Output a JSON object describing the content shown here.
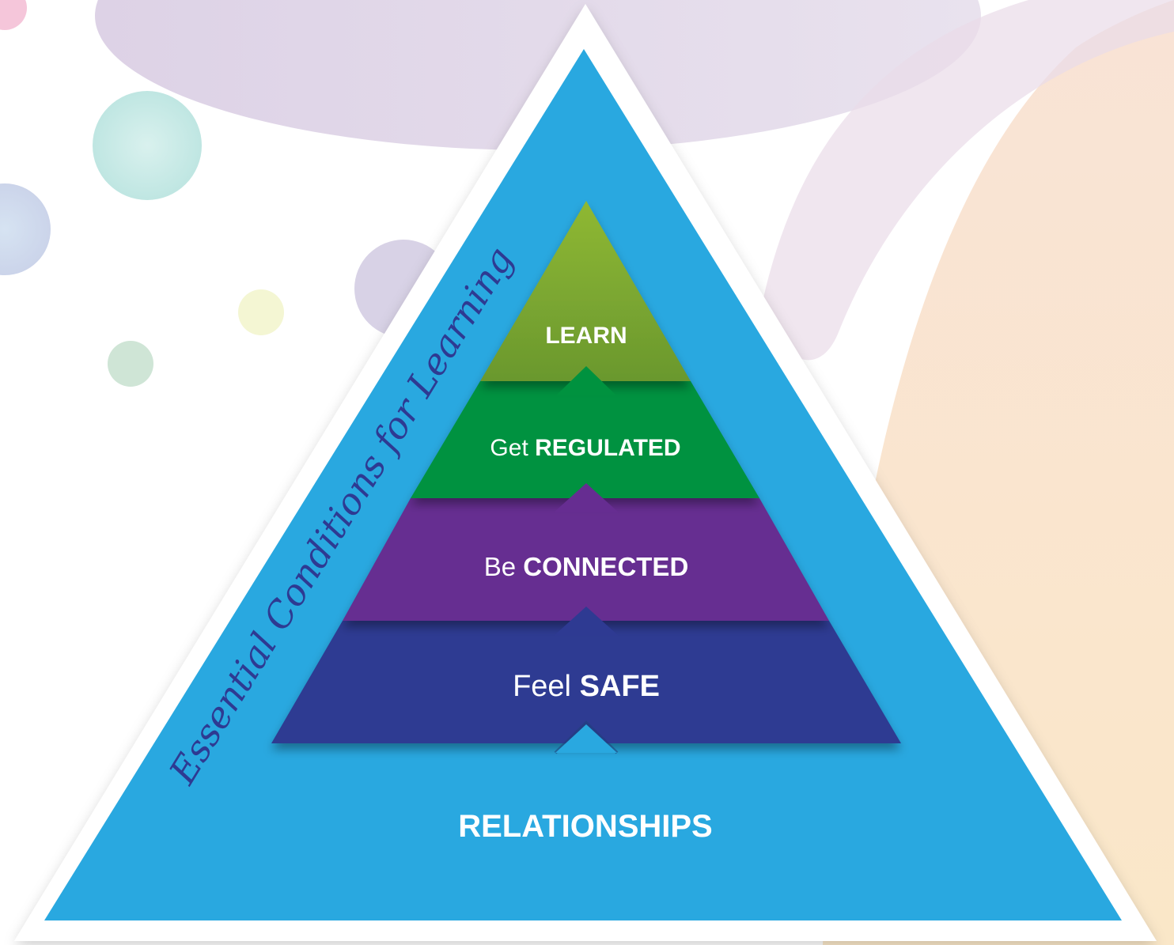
{
  "pyramid": {
    "side_caption": "Essential Conditions for Learning",
    "base_label": "RELATIONSHIPS",
    "levels": [
      {
        "prefix": "",
        "emphasis": "LEARN",
        "color": "#6e9a2c"
      },
      {
        "prefix": "Get ",
        "emphasis": "REGULATED",
        "color": "#00923f"
      },
      {
        "prefix": "Be ",
        "emphasis": "CONNECTED",
        "color": "#662d91"
      },
      {
        "prefix": "Feel ",
        "emphasis": "SAFE",
        "color": "#2e3a92"
      }
    ]
  },
  "colors": {
    "outer_triangle": "#29a8e0",
    "caption": "#2e3a92",
    "label_text": "#ffffff"
  }
}
